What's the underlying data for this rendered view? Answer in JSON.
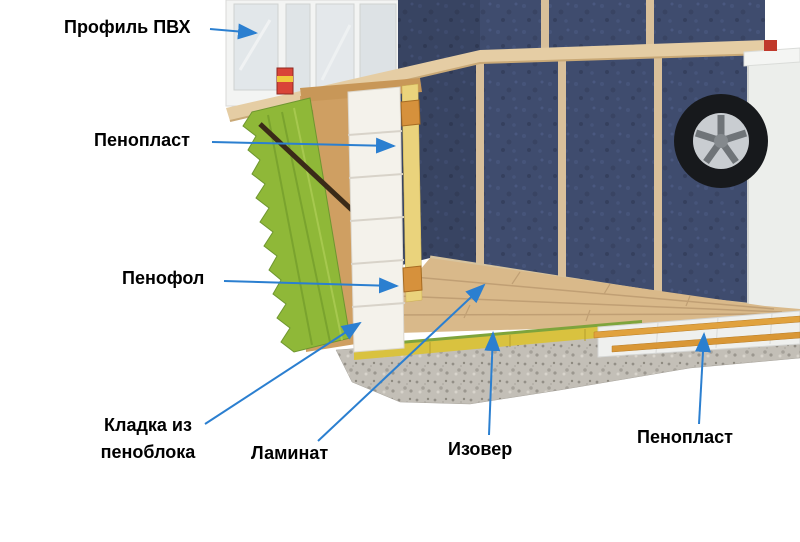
{
  "diagram": {
    "labels": {
      "profil_pvh": "Профиль ПВХ",
      "penoplast_wall": "Пенопласт",
      "penofol": "Пенофол",
      "kladka_line1": "Кладка из",
      "kladka_line2": "пеноблока",
      "laminat": "Ламинат",
      "izover": "Изовер",
      "penoplast_floor": "Пенопласт"
    },
    "colors": {
      "leader": "#2b7fd0"
    }
  }
}
